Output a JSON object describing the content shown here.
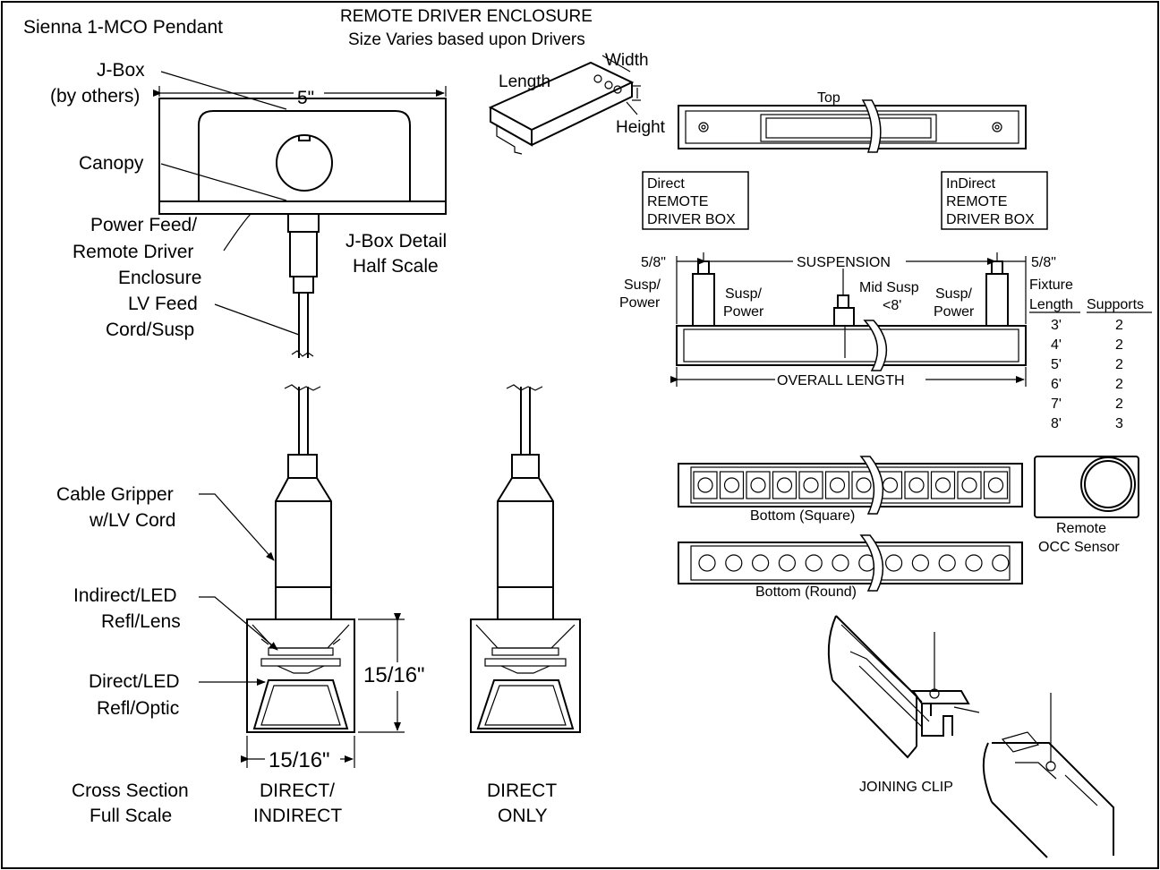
{
  "title": "Sienna 1-MCO Pendant",
  "remote_driver": {
    "heading": "REMOTE DRIVER ENCLOSURE",
    "subheading": "Size Varies based upon Drivers",
    "length": "Length",
    "width": "Width",
    "height": "Height"
  },
  "jbox": {
    "jbox_label": [
      "J-Box",
      "(by others)"
    ],
    "width_dim": "5\"",
    "canopy": "Canopy",
    "power_feed": [
      "Power Feed/",
      "Remote Driver",
      "Enclosure"
    ],
    "lv_feed": [
      "LV Feed",
      "Cord/Susp"
    ],
    "detail": [
      "J-Box Detail",
      "Half Scale"
    ]
  },
  "top_view": {
    "top": "Top",
    "direct_box": [
      "Direct",
      "REMOTE",
      "DRIVER BOX"
    ],
    "indirect_box": [
      "InDirect",
      "REMOTE",
      "DRIVER BOX"
    ]
  },
  "suspension": {
    "left_offset": "5/8\"",
    "right_offset": "5/8\"",
    "suspension": "SUSPENSION",
    "susp_power_outer": [
      "Susp/",
      "Power"
    ],
    "susp_power_inner": [
      "Susp/",
      "Power"
    ],
    "susp_power_right": [
      "Susp/",
      "Power"
    ],
    "mid_susp": [
      "Mid Susp",
      "<8'"
    ],
    "overall_length": "OVERALL LENGTH"
  },
  "supports_table": {
    "header1": [
      "Fixture",
      "Length"
    ],
    "header2": "Supports",
    "rows": [
      {
        "length": "3'",
        "supports": "2"
      },
      {
        "length": "4'",
        "supports": "2"
      },
      {
        "length": "5'",
        "supports": "2"
      },
      {
        "length": "6'",
        "supports": "2"
      },
      {
        "length": "7'",
        "supports": "2"
      },
      {
        "length": "8'",
        "supports": "3"
      }
    ]
  },
  "bottom_views": {
    "square": "Bottom (Square)",
    "round": "Bottom (Round)",
    "sensor": [
      "Remote",
      "OCC Sensor"
    ]
  },
  "cross_section": {
    "cable_gripper": [
      "Cable Gripper",
      "w/LV Cord"
    ],
    "indirect_led": [
      "Indirect/LED",
      "Refl/Lens"
    ],
    "direct_led": [
      "Direct/LED",
      "Refl/Optic"
    ],
    "height_dim": "15/16\"",
    "width_dim": "15/16\"",
    "caption": [
      "Cross Section",
      "Full Scale"
    ],
    "direct_indirect": [
      "DIRECT/",
      "INDIRECT"
    ],
    "direct_only": [
      "DIRECT",
      "ONLY"
    ]
  },
  "joining_clip": "JOINING CLIP"
}
